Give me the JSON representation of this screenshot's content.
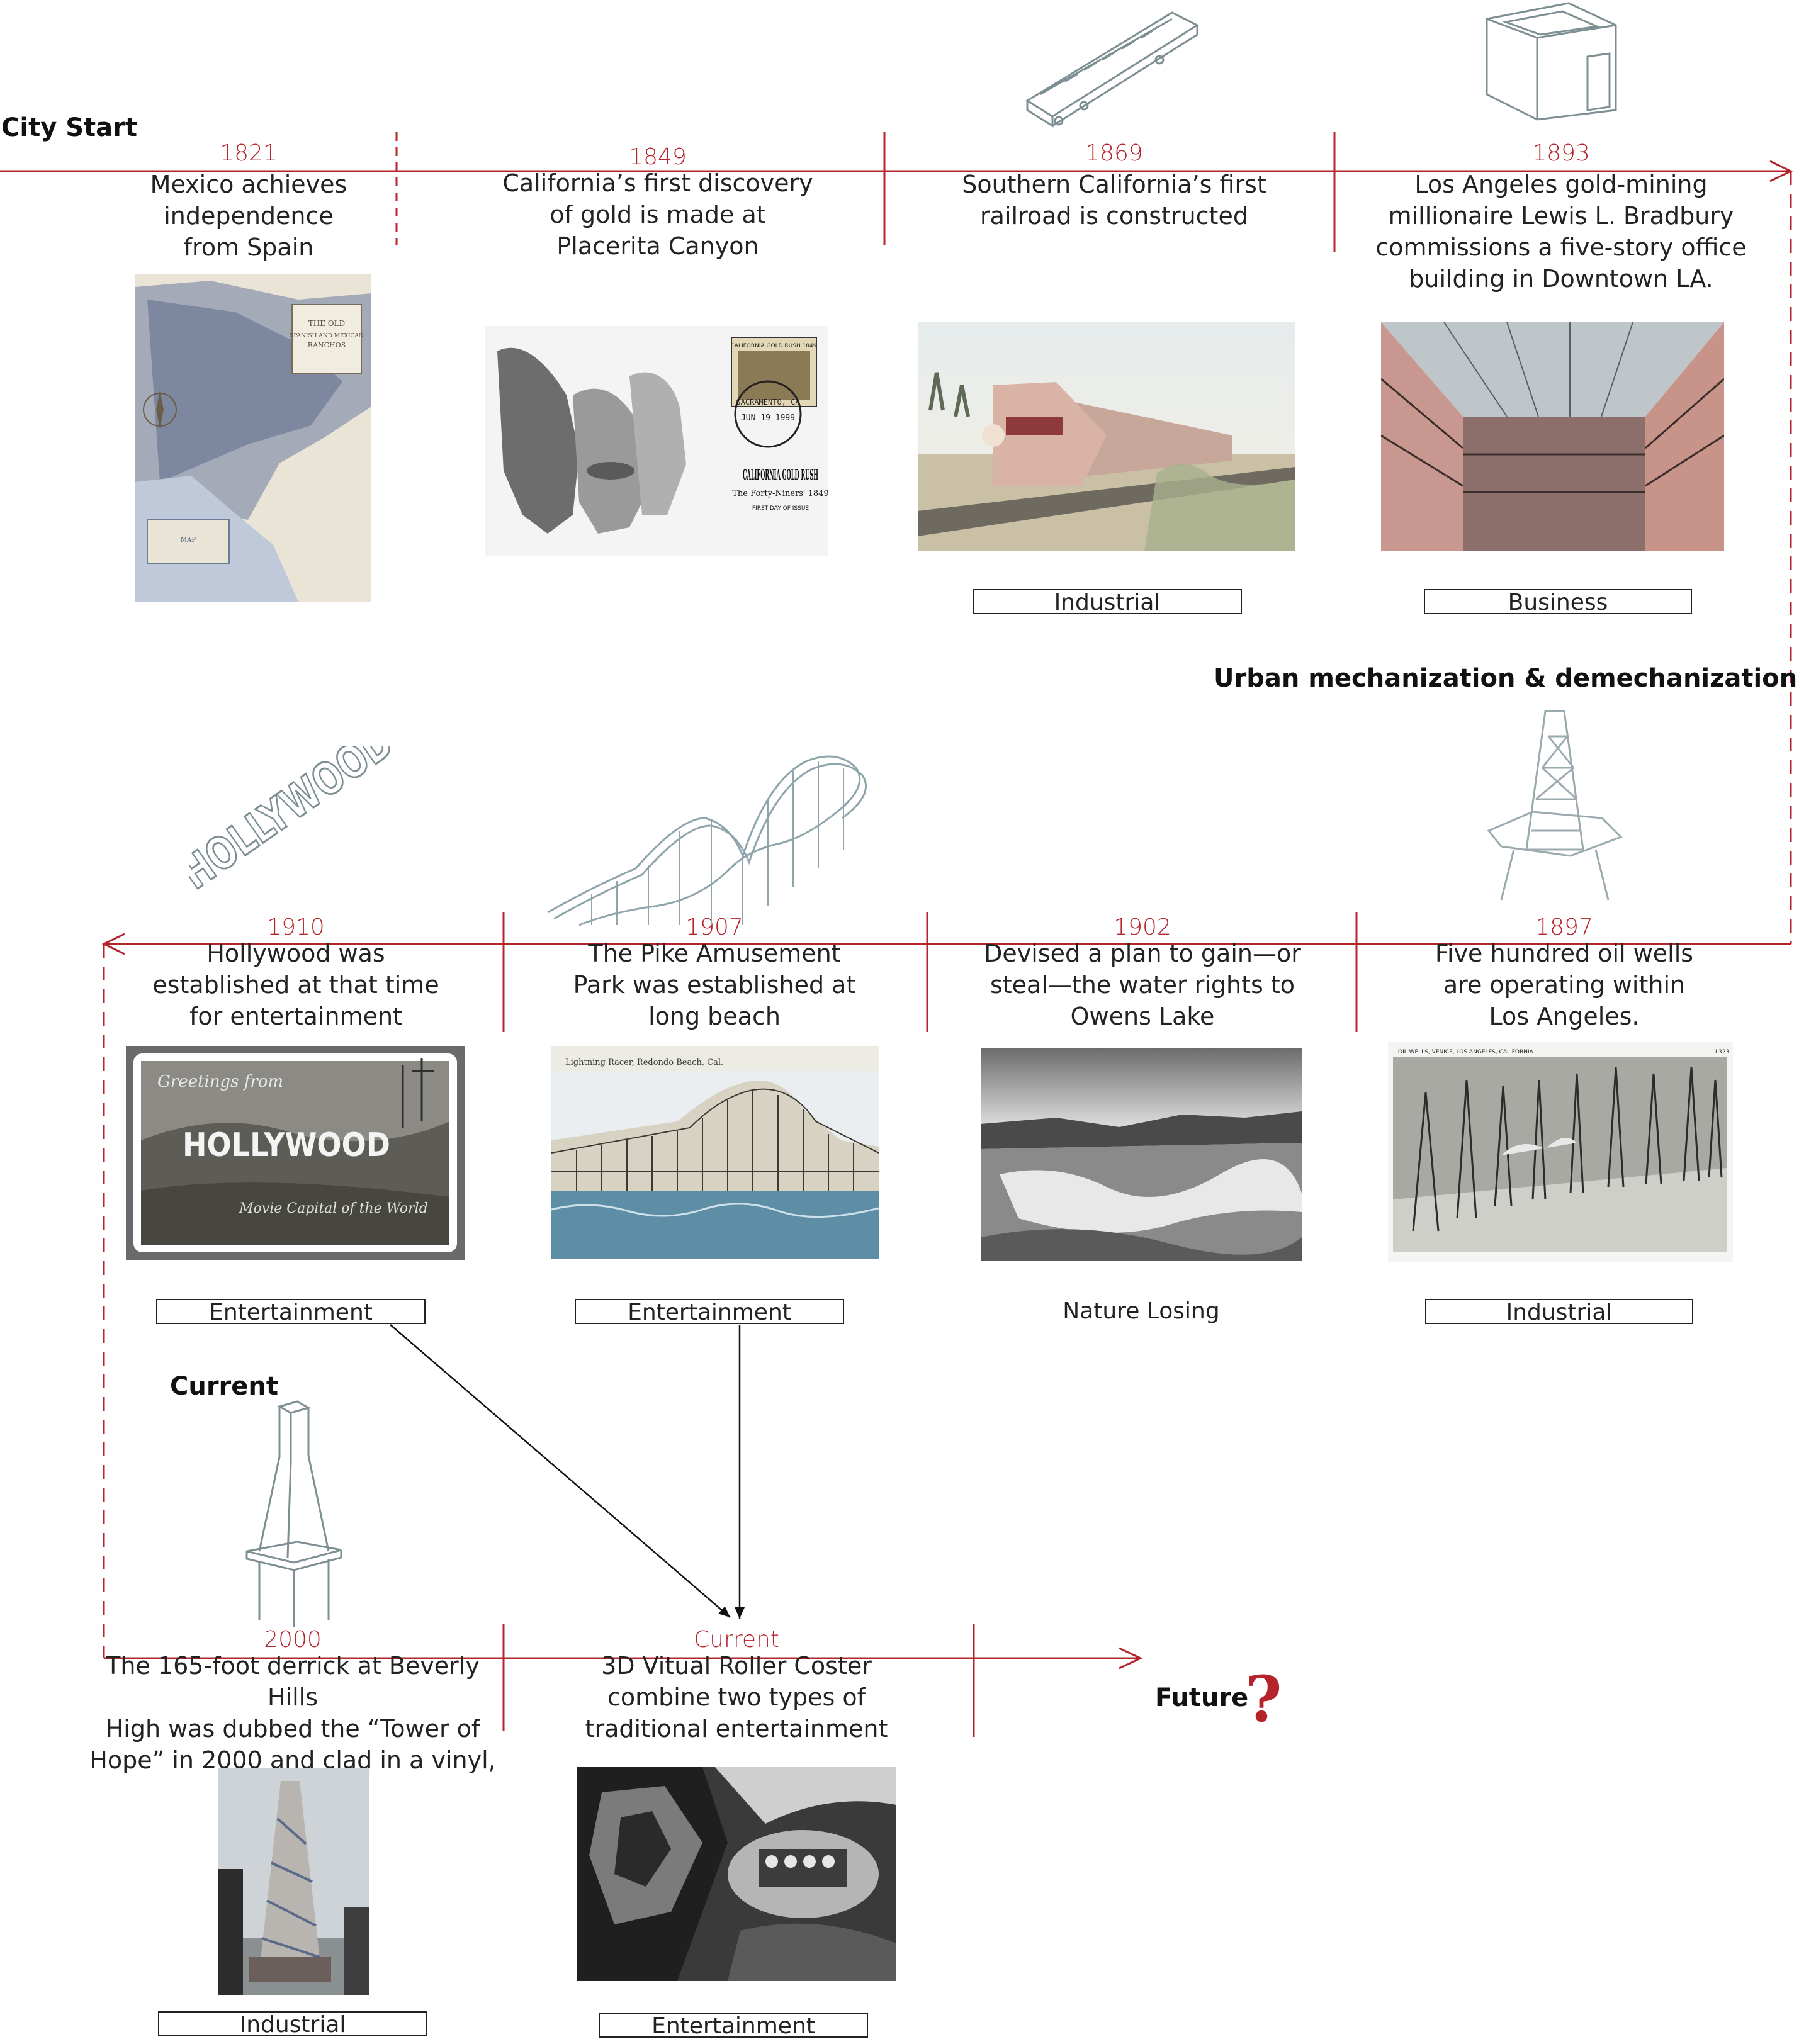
{
  "sections": {
    "city_start": "City Start",
    "urban": "Urban mechanization & demechanization",
    "current": "Current",
    "future": "Future",
    "future_mark": "?"
  },
  "events": [
    {
      "id": "e1821",
      "year": "1821",
      "lines": [
        "Mexico achieves",
        "independence",
        "from Spain"
      ]
    },
    {
      "id": "e1849",
      "year": "1849",
      "lines": [
        "California’s first discovery",
        "of gold is made at",
        "Placerita Canyon"
      ]
    },
    {
      "id": "e1869",
      "year": "1869",
      "lines": [
        "Southern California’s first",
        "railroad is constructed"
      ],
      "tag": "Industrial"
    },
    {
      "id": "e1893",
      "year": "1893",
      "lines": [
        "Los Angeles gold-mining",
        "millionaire Lewis L. Bradbury",
        "commissions a five-story office",
        "building in Downtown LA."
      ],
      "tag": "Business"
    },
    {
      "id": "e1897",
      "year": "1897",
      "lines": [
        "Five hundred oil wells",
        "are operating within",
        "Los Angeles."
      ],
      "tag": "Industrial"
    },
    {
      "id": "e1902",
      "year": "1902",
      "lines": [
        "Devised a plan to gain—or",
        "steal—the water rights to",
        "Owens Lake"
      ],
      "tag": "Nature Losing"
    },
    {
      "id": "e1907",
      "year": "1907",
      "lines": [
        "The Pike Amusement",
        "Park was established at",
        "long beach"
      ],
      "tag": "Entertainment"
    },
    {
      "id": "e1910",
      "year": "1910",
      "lines": [
        "Hollywood was",
        "established at that time",
        "for entertainment"
      ],
      "tag": "Entertainment"
    },
    {
      "id": "e2000",
      "year": "2000",
      "lines": [
        "The 165-foot derrick at Beverly Hills",
        "High was dubbed the “Tower of",
        "Hope” in 2000 and clad in a vinyl,"
      ],
      "tag": "Industrial"
    },
    {
      "id": "ecurrent",
      "year": "Current",
      "lines": [
        "3D Vitual Roller Coster",
        "combine two types of",
        "traditional entertainment"
      ],
      "tag": "Entertainment"
    }
  ],
  "images": {
    "map_title": "THE OLD SPANISH AND MEXICAN RANCHOS",
    "stamp_title": "CALIFORNIA GOLD RUSH 1849",
    "stamp_big": "CALIFORNIA GOLD RUSH",
    "stamp_sub": "The Forty-Niners' 1849",
    "stamp_circle": "SACRAMENTO, CA",
    "stamp_date": "JUN 19 1999",
    "stamp_first": "FIRST DAY OF ISSUE",
    "hollywood_greet": "Greetings from",
    "hollywood_big": "HOLLYWOOD",
    "hollywood_sub": "Movie Capital of the World",
    "pike_caption": "Lightning Racer, Redondo Beach, Cal.",
    "oil_caption": "OIL WELLS, VENICE, LOS ANGELES, CALIFORNIA",
    "oil_number": "L323",
    "hollywood_sign": "HOLLYWOOD"
  },
  "colors": {
    "accent": "#b5232b",
    "ink": "#222222",
    "sketch": "#7d8f93"
  }
}
